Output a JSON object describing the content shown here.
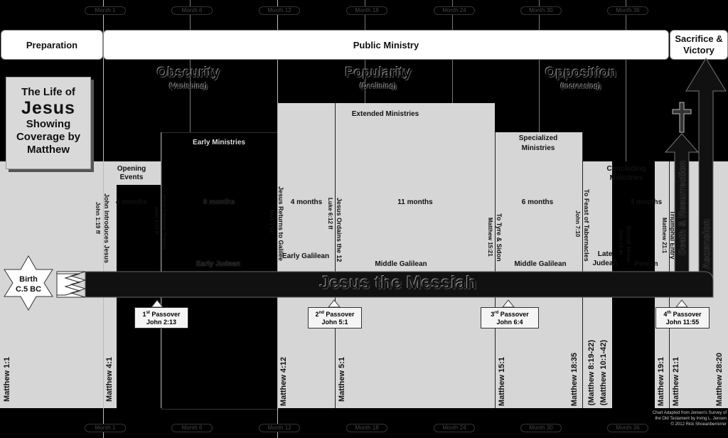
{
  "months": {
    "labels": [
      "Month 1",
      "Month 6",
      "Month 12",
      "Month 18",
      "Month 24",
      "Month 30",
      "Month 36"
    ]
  },
  "phases": {
    "preparation": "Preparation",
    "public_ministry": "Public Ministry",
    "sacrifice": "Sacrifice & Victory"
  },
  "eras": {
    "obscurity": "Obscurity",
    "obscurity_sub": "(Vanishing)",
    "popularity": "Popularity",
    "popularity_sub": "(Declining)",
    "opposition": "Opposition",
    "opposition_sub": "(Increasing)"
  },
  "title": {
    "line1": "The Life of",
    "line2": "Jesus",
    "line3": "Showing",
    "line4": "Coverage by",
    "line5": "Matthew"
  },
  "ministries": {
    "opening_events": "Opening Events",
    "early_ministries": "Early Ministries",
    "extended_ministries": "Extended Ministries",
    "specialized_ministries": "Specialized Ministries",
    "concluding_ministries": "Concluding Ministries"
  },
  "durations": {
    "d1": "4 months",
    "d2": "8 months",
    "d3": "4 months",
    "d4": "11 months",
    "d5": "6 months",
    "d6": "3 months"
  },
  "regions": {
    "early_judean": "Early Judean",
    "early_galilean": "Early Galilean",
    "middle_galilean_1": "Middle Galilean",
    "middle_galilean_2": "Middle Galilean",
    "late_judean": "Late Judean",
    "perean": "Perean"
  },
  "events": {
    "e1": "John Introduces Jesus",
    "e1_ref": "John 1:19 ff",
    "e2": "Jesus Cleanses Temple",
    "e2_ref": "John 2:13 ff",
    "e3": "Jesus Returns to Galilee",
    "e3_ref": "Mark 1:14",
    "e4": "Jesus Ordains the 12",
    "e4_ref": "Luke 6:12 ff",
    "e5": "To Tyre & Sidon",
    "e5_ref": "Matthew 15:21",
    "e6": "To Feast of Tabernacles",
    "e6_ref": "John 7:10",
    "e7": "Beyond Jordan",
    "e7_ref": "John 10:40",
    "e8": "Matthew 21:1",
    "e9": "Triumphal Entry"
  },
  "timeline": {
    "birth_line1": "Birth",
    "birth_line2": "C.5 BC",
    "messiah": "Jesus the Messiah",
    "death": "Death & Resurrection",
    "ascension": "Ascension"
  },
  "passovers": [
    {
      "ord": "1",
      "sup": "st",
      "text": "Passover",
      "ref": "John 2:13"
    },
    {
      "ord": "2",
      "sup": "nd",
      "text": "Passover",
      "ref": "John 5:1"
    },
    {
      "ord": "3",
      "sup": "rd",
      "text": "Passover",
      "ref": "John 6:4"
    },
    {
      "ord": "4",
      "sup": "th",
      "text": "Passover",
      "ref": "John 11:55"
    }
  ],
  "matthew_refs": {
    "r1": "Matthew 1:1",
    "r2": "Matthew 4:1",
    "r3": "Matthew 4:12",
    "r4": "Matthew 5:1",
    "r5": "Matthew 15:1",
    "r6": "Matthew 18:35",
    "r7a": "(Matthew 10:1-42)",
    "r7b": "(Matthew 8:19-22)",
    "r8": "Matthew 19:1",
    "r9": "Matthew 21:1",
    "r10": "Matthew 28:20"
  },
  "credits": {
    "line1": "Chart Adapted from Jensen's Survey of",
    "line2": "the Old Testament by Irving L. Jensen",
    "line3": "© 2012 Rick Shoeanberrerrer"
  }
}
